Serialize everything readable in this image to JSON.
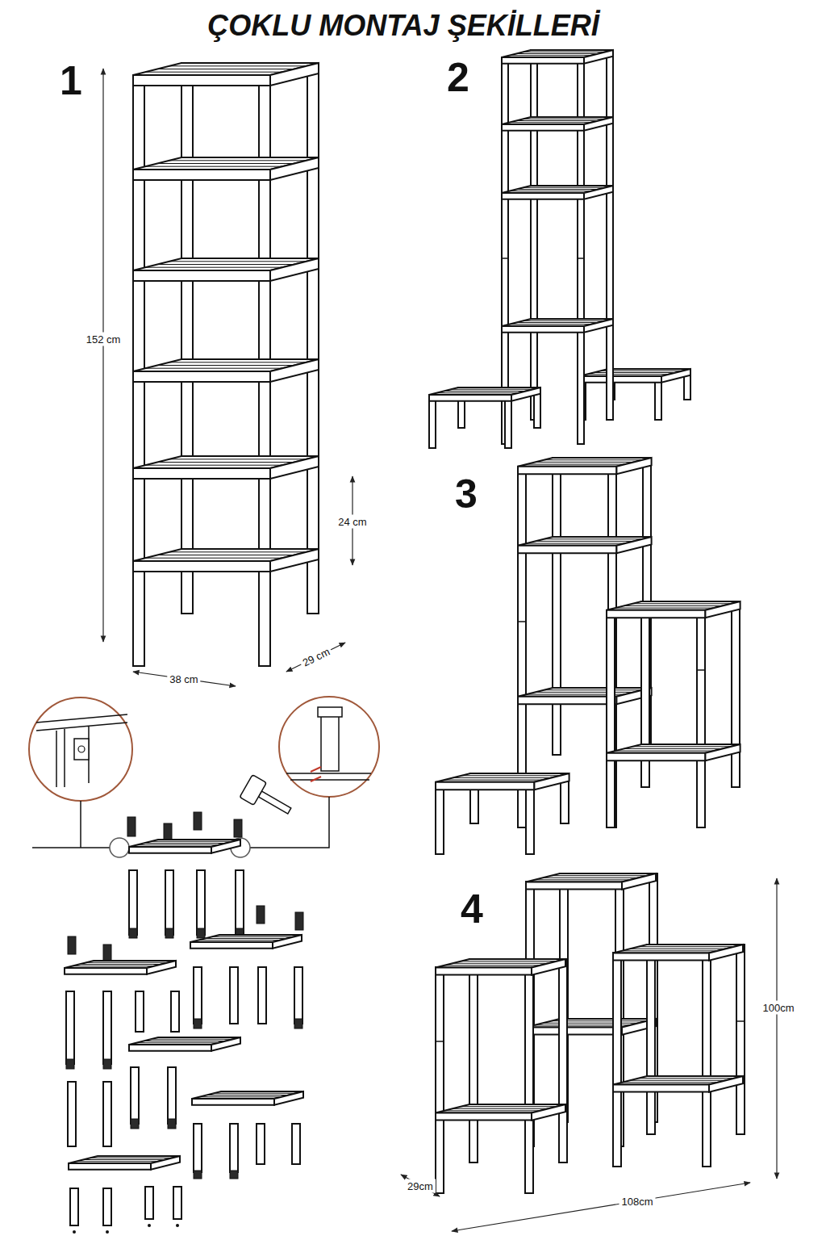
{
  "diagram": {
    "title": "ÇOKLU MONTAJ ŞEKİLLERİ",
    "labels": [
      "1",
      "152 cm",
      "24 cm",
      "38 cm",
      "29 cm",
      "2",
      "3",
      "4",
      "100cm",
      "29cm",
      "108cm"
    ]
  }
}
